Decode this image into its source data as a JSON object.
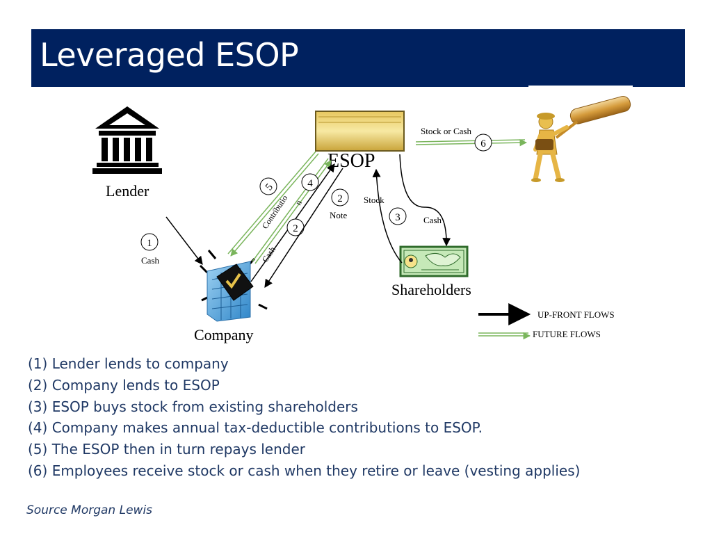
{
  "title": "Leveraged ESOP",
  "nodes": {
    "lender": "Lender",
    "esop": "ESOP",
    "company": "Company",
    "shareholders": "Shareholders"
  },
  "flows": {
    "lender_cash": {
      "step": "1",
      "label": "Cash"
    },
    "company_note_step": "2",
    "esop_note": {
      "step": "2",
      "label": "Note"
    },
    "contribution": {
      "step": "4",
      "label_line1": "Contributio",
      "label_line2": "n"
    },
    "repay_lender_step": "5",
    "esop_cash": "Cash",
    "stock_purchase": {
      "step": "3",
      "stock_label": "Stock",
      "cash_label": "Cash"
    },
    "employee_payout": {
      "step": "6",
      "label": "Stock or Cash"
    }
  },
  "legend": {
    "upfront": "UP-FRONT FLOWS",
    "future": "FUTURE FLOWS"
  },
  "colors": {
    "title_bar": "#00215f",
    "future_flow": "#7ab55c",
    "upfront_flow": "#000000",
    "body_text": "#1f3864"
  },
  "steps": [
    "(1) Lender lends to company",
    "(2) Company lends to ESOP",
    "(3) ESOP buys stock from existing shareholders",
    "(4) Company makes annual tax-deductible contributions to ESOP.",
    "(5) The ESOP then in turn repays lender",
    "(6) Employees receive stock or cash when they retire or leave (vesting applies)"
  ],
  "source": "Source Morgan Lewis"
}
